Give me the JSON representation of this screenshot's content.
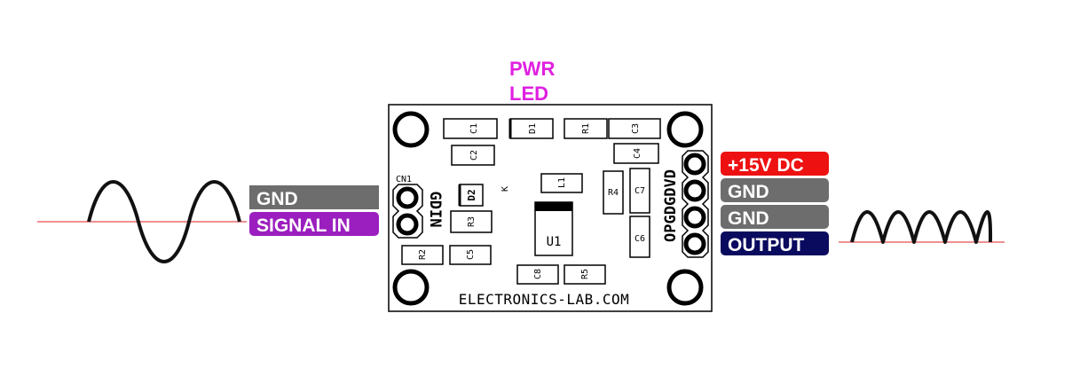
{
  "pwr_led": {
    "line1": "PWR",
    "line2": "LED",
    "color": "#e020e0"
  },
  "board": {
    "url": "ELECTRONICS-LAB.COM",
    "connector_in": {
      "name": "CN1",
      "pins": "GDIN"
    },
    "connector_out": {
      "pins": "OPGDGDVD"
    },
    "components": {
      "c1": "C1",
      "d1": "D1",
      "r1": "R1",
      "c3": "C3",
      "c2": "C2",
      "c4": "C4",
      "d2": "D2",
      "k": "K",
      "l1": "L1",
      "r4": "R4",
      "c7": "C7",
      "r3": "R3",
      "u1": "U1",
      "c6": "C6",
      "r2": "R2",
      "c5": "C5",
      "c8": "C8",
      "r5": "R5"
    }
  },
  "input_labels": [
    {
      "text": "GND",
      "color": "#6d6d6d"
    },
    {
      "text": "SIGNAL IN",
      "color": "#9b1fbf"
    }
  ],
  "output_labels": [
    {
      "text": "+15V DC",
      "color": "#ee1111"
    },
    {
      "text": "GND",
      "color": "#6d6d6d"
    },
    {
      "text": "GND",
      "color": "#6d6d6d"
    },
    {
      "text": "OUTPUT",
      "color": "#0a0a5e"
    }
  ],
  "waveforms": {
    "input": "sine-wave",
    "output": "full-wave-rectified",
    "axis_color": "#e02020"
  }
}
